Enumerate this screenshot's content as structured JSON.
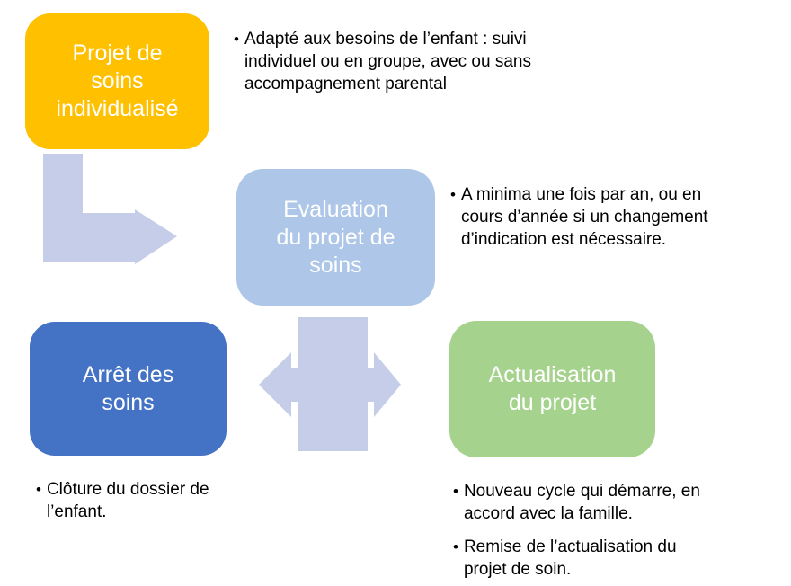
{
  "bullet_char": "•",
  "colors": {
    "gold": "#FFC000",
    "light_blue": "#AEC6E8",
    "blue": "#4472C4",
    "green": "#A5D28D",
    "arrow": "#C5CDE8",
    "node_text": "#FFFFFF",
    "note_text": "#000000"
  },
  "nodes": {
    "projet_de_soins": {
      "label": "Projet de\nsoins\nindividualisé"
    },
    "evaluation": {
      "label": "Evaluation\ndu projet de\nsoins"
    },
    "arret": {
      "label": "Arrêt des\nsoins"
    },
    "actualisation": {
      "label": "Actualisation\ndu projet"
    }
  },
  "notes": {
    "projet": {
      "items": [
        "Adapté aux besoins de l’enfant : suivi\nindividuel ou en groupe, avec ou sans\naccompagnement parental"
      ]
    },
    "evaluation": {
      "items": [
        "A minima une fois par an, ou en\ncours d’année si un changement\nd’indication est nécessaire."
      ]
    },
    "arret": {
      "items": [
        "Clôture du dossier de\nl’enfant."
      ]
    },
    "actualisation": {
      "items": [
        "Nouveau cycle qui démarre, en\naccord avec la famille.",
        "Remise de l’actualisation du\nprojet de soin."
      ]
    }
  }
}
